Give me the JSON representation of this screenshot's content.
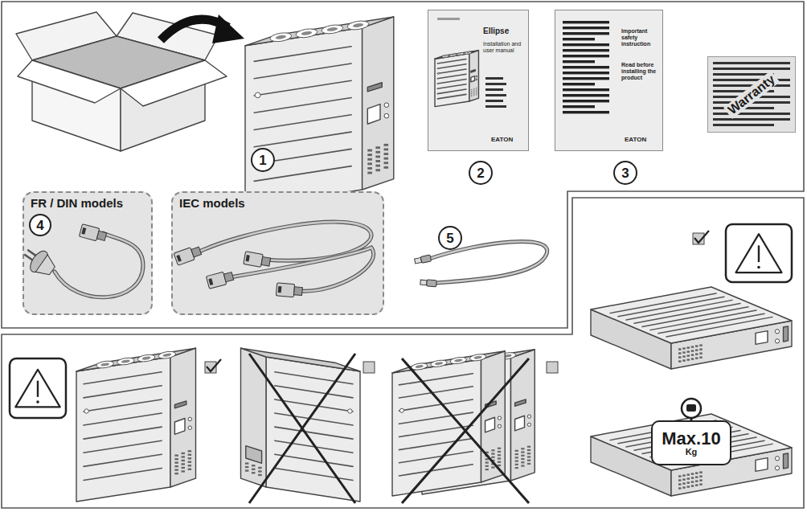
{
  "diagram": {
    "nodes": [
      {
        "text": [
          "1"
        ]
      },
      {
        "text": [
          "Ellipse",
          "Installation and user manual",
          "EATON"
        ]
      },
      {
        "text": [
          "2"
        ]
      },
      {
        "text": [
          "Important safety instruction",
          "Read before installing the product",
          "EATON"
        ]
      },
      {
        "text": [
          "3"
        ]
      },
      {
        "text": [
          "Warranty"
        ]
      },
      {
        "text": [
          "FR / DIN models"
        ]
      },
      {
        "text": [
          "4"
        ],
        "in": 6
      },
      {
        "text": [
          "IEC models"
        ]
      },
      {
        "text": [
          "5"
        ]
      },
      {
        "text": [
          "Max.10",
          "Kg"
        ]
      }
    ]
  }
}
